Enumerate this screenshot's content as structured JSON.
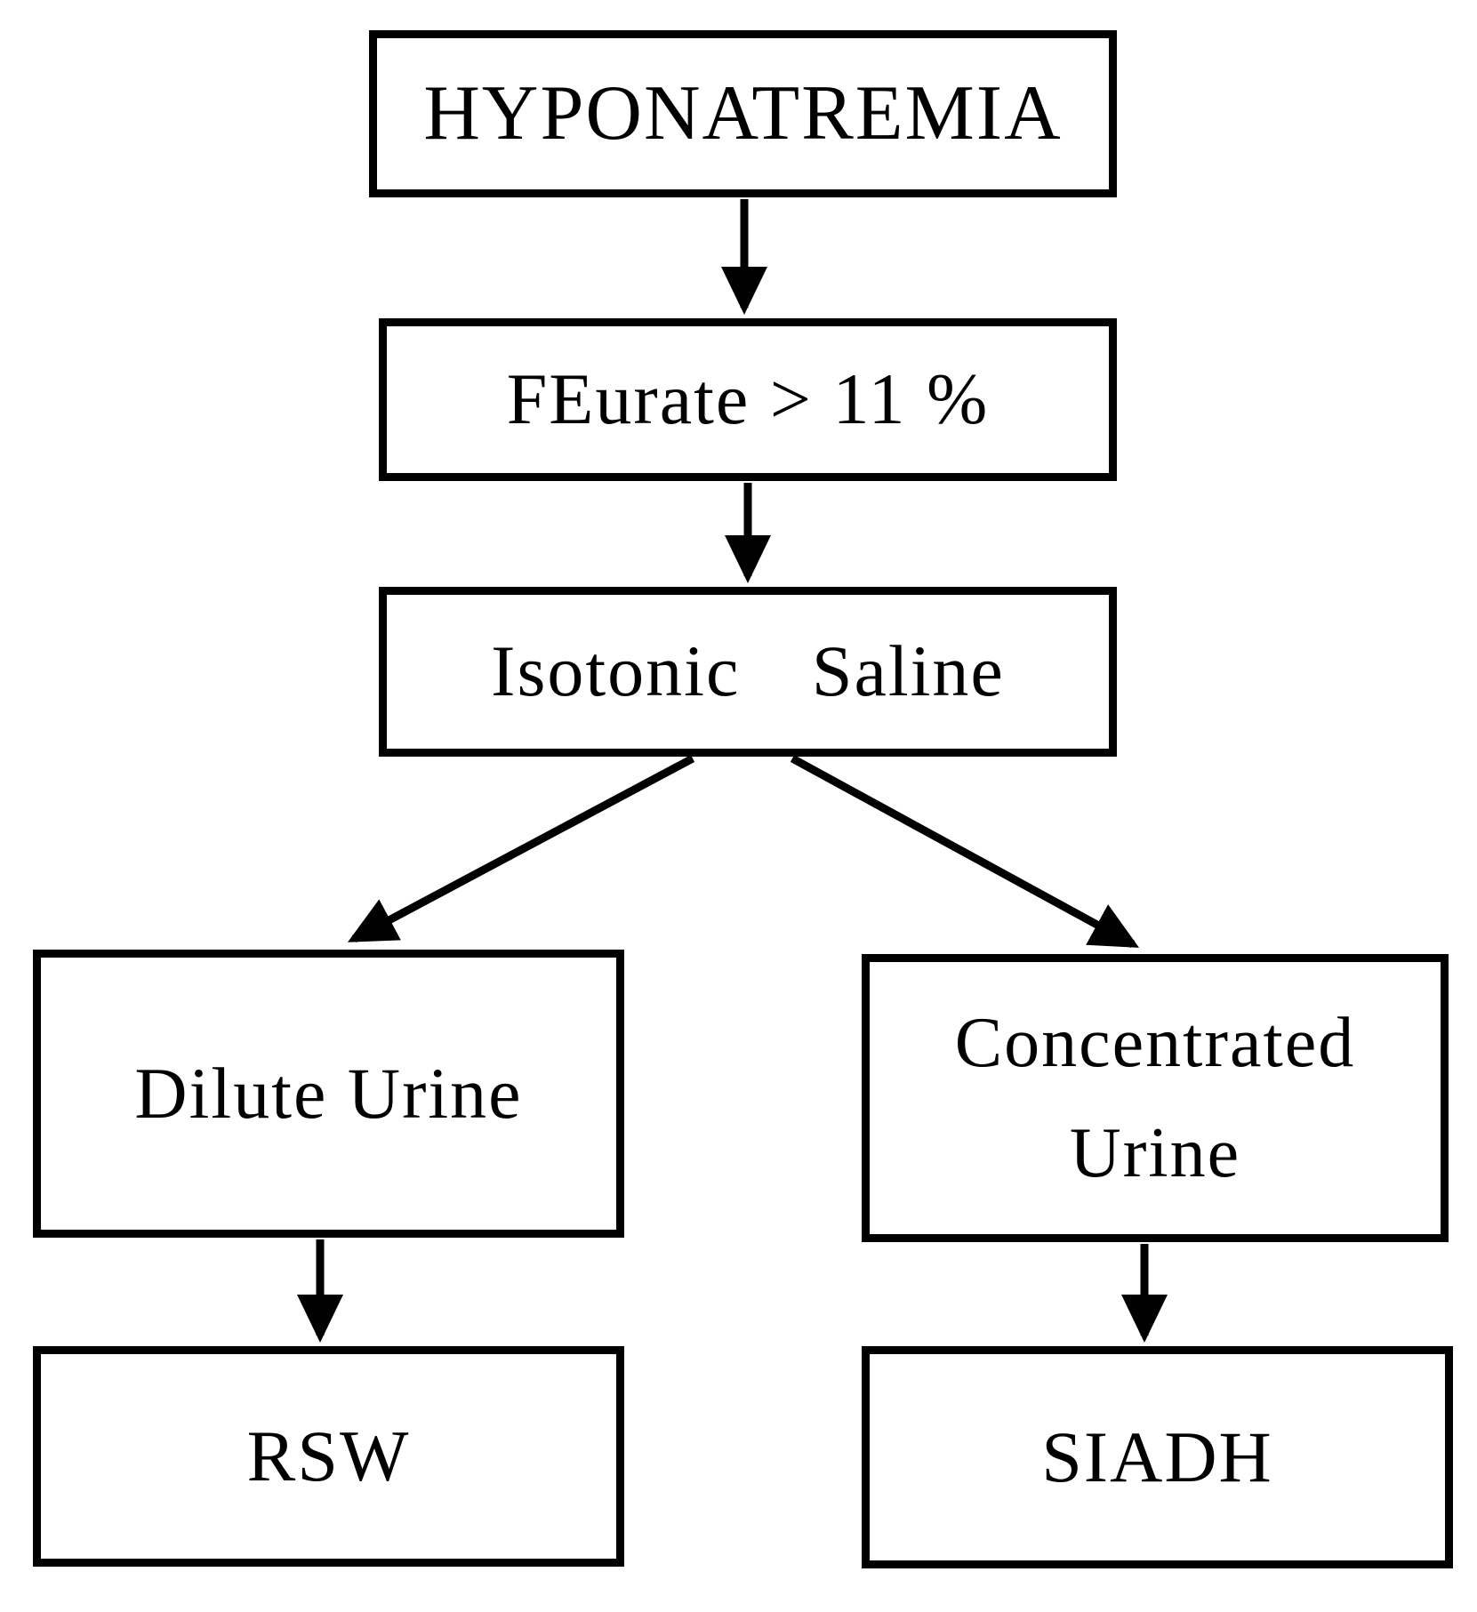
{
  "diagram": {
    "type": "flowchart",
    "nodes": {
      "hyponatremia": {
        "label": "HYPONATREMIA"
      },
      "feurate": {
        "label": "FEurate > 11 %"
      },
      "isotonic_saline": {
        "label": "Isotonic Saline"
      },
      "dilute_urine": {
        "label": "Dilute Urine"
      },
      "concentrated_urine": {
        "lines": [
          "Concentrated",
          "Urine"
        ]
      },
      "rsw": {
        "label": "RSW"
      },
      "siadh": {
        "label": "SIADH"
      }
    },
    "edges": [
      {
        "from": "hyponatremia",
        "to": "feurate"
      },
      {
        "from": "feurate",
        "to": "isotonic_saline"
      },
      {
        "from": "isotonic_saline",
        "to": "dilute_urine"
      },
      {
        "from": "isotonic_saline",
        "to": "concentrated_urine"
      },
      {
        "from": "dilute_urine",
        "to": "rsw"
      },
      {
        "from": "concentrated_urine",
        "to": "siadh"
      }
    ],
    "colors": {
      "background": "#ffffff",
      "box_fill": "#ffffff",
      "box_border": "#000000",
      "text": "#000000",
      "arrow": "#000000"
    }
  }
}
